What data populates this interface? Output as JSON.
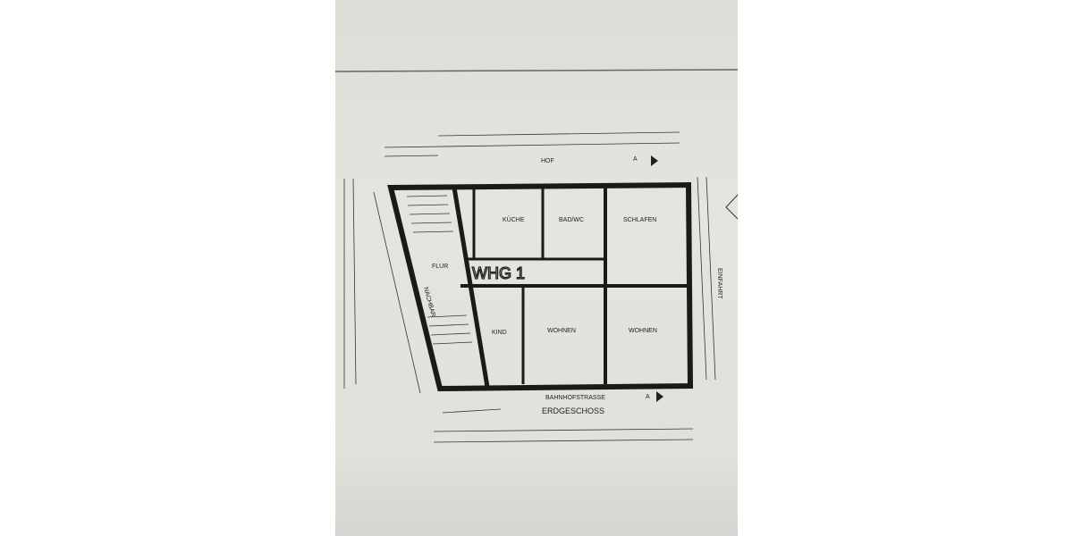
{
  "plan": {
    "courtyard": "HOF",
    "rooms": {
      "kitchen": "KÜCHE",
      "bath": "BAD/WC",
      "bedroom": "SCHLAFEN",
      "hallway": "FLUR",
      "child": "KIND",
      "living1": "WOHNEN",
      "living2": "WOHNEN"
    },
    "apartment_mark": "WHG 1",
    "street": "BAHNHOFSTRASSE",
    "floor": "ERDGESCHOSS",
    "neighbor": "NACHBAR",
    "driveway": "EINFAHRT",
    "section_marker": "A"
  }
}
